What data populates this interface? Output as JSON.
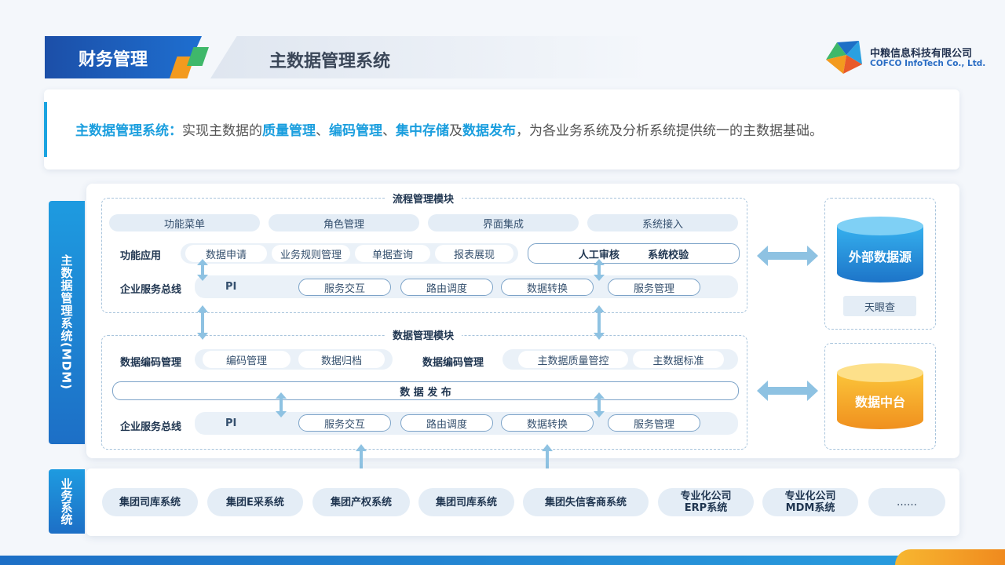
{
  "header": {
    "tab_title": "财务管理",
    "subtitle": "主数据管理系统",
    "company_cn": "中粮信息科技有限公司",
    "company_en": "COFCO InfoTech Co., Ltd."
  },
  "intro": {
    "p1": "主数据管理系统：",
    "p2": "实现主数据的",
    "p3": "质量管理",
    "p4": "、",
    "p5": "编码管理",
    "p6": "、",
    "p7": "集中存储",
    "p8": "及",
    "p9": "数据发布",
    "p10": "，为各业务系统及分析系统提供统一的主数据基础。"
  },
  "side_label": "主数据管理系统(MDM)",
  "biz_label": "业务系统",
  "flow_module": {
    "title": "流程管理模块",
    "top_pills": [
      "功能菜单",
      "角色管理",
      "界面集成",
      "系统接入"
    ],
    "func_label": "功能应用",
    "func_pills": [
      "数据申请",
      "业务规则管理",
      "单据查询",
      "报表展现"
    ],
    "review_pill": "人工审核        系统校验",
    "esb_label": "企业服务总线",
    "pi": "PI",
    "esb_pills": [
      "服务交互",
      "路由调度",
      "数据转换",
      "服务管理"
    ]
  },
  "data_module": {
    "title": "数据管理模块",
    "code_label": "数据编码管理",
    "code_pills": [
      "编码管理",
      "数据归档"
    ],
    "code_label2": "数据编码管理",
    "quality_pills": [
      "主数据质量管控",
      "主数据标准"
    ],
    "publish": "数 据 发 布",
    "esb_label": "企业服务总线",
    "pi": "PI",
    "esb_pills": [
      "服务交互",
      "路由调度",
      "数据转换",
      "服务管理"
    ]
  },
  "external": {
    "db_label": "外部数据源",
    "tag": "天眼查",
    "mid_label": "数据中台"
  },
  "biz_systems": [
    "集团司库系统",
    "集团E采系统",
    "集团产权系统",
    "集团司库系统",
    "集团失信客商系统",
    "专业化公司\nERP系统",
    "专业化公司\nMDM系统",
    "……"
  ],
  "colors": {
    "primary": "#1d6fc6",
    "accent": "#1a9ede",
    "orange": "#f39a1e",
    "green": "#3fb86a"
  }
}
